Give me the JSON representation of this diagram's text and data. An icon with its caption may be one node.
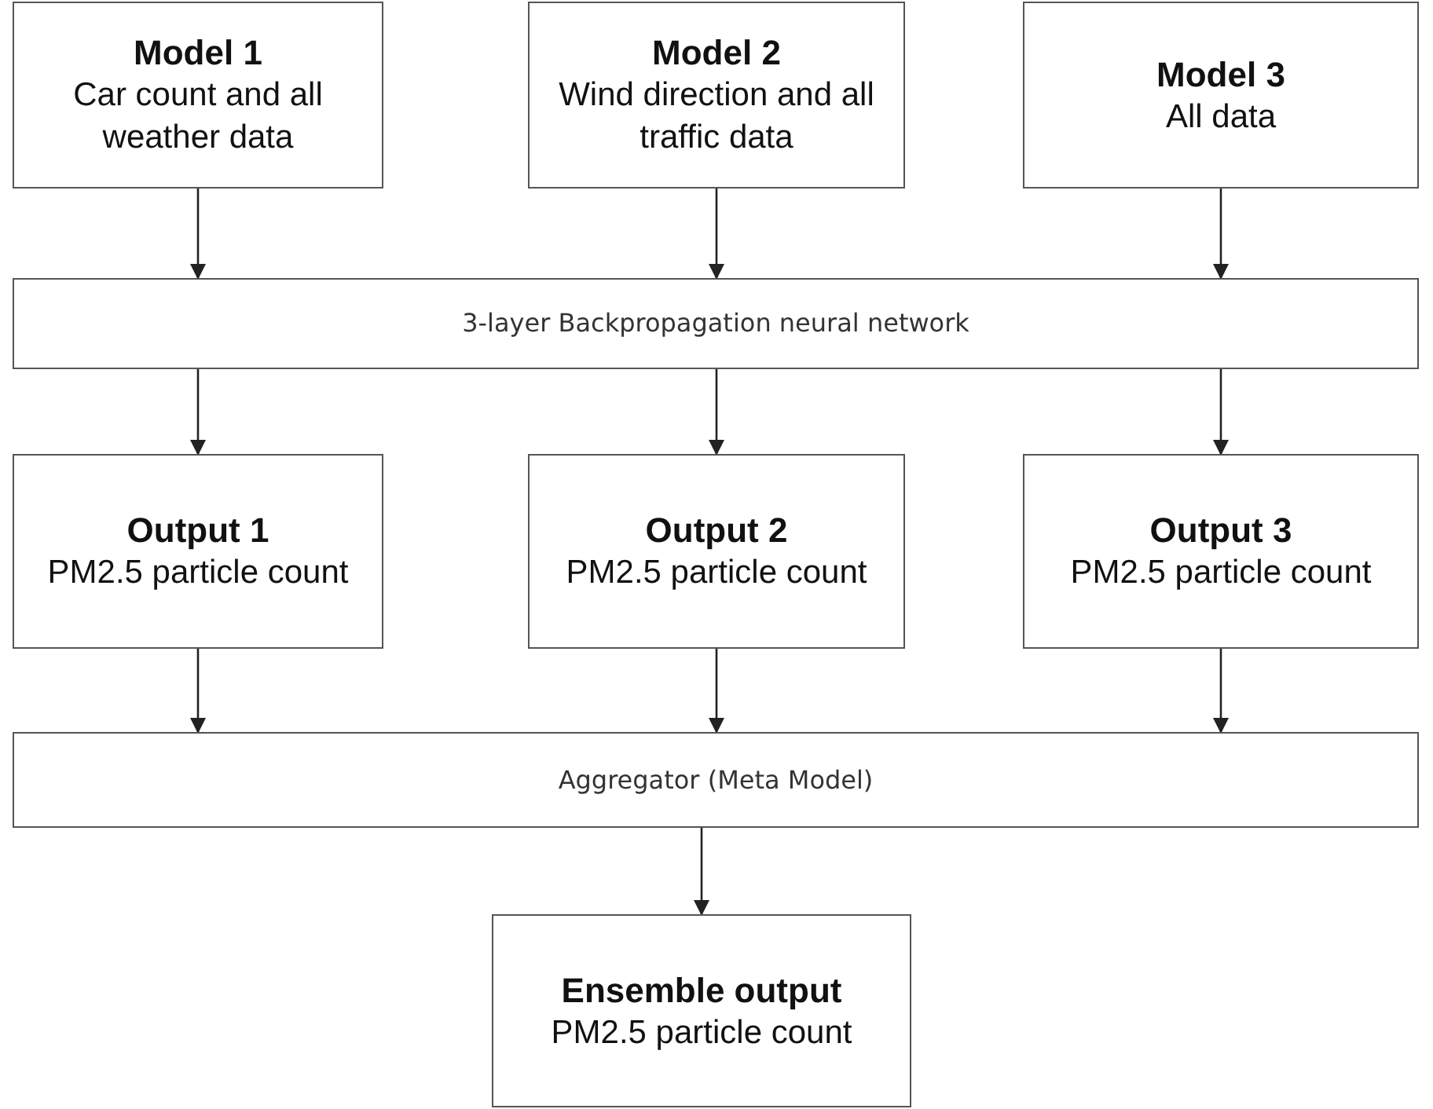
{
  "diagram": {
    "nodes": [
      {
        "text": [
          "Model 1",
          "Car count and all weather data"
        ]
      },
      {
        "text": [
          "Model 2",
          "Wind direction and all traffic data"
        ]
      },
      {
        "text": [
          "Model 3",
          "All data"
        ]
      },
      {
        "text": [
          "3-layer Backpropagation neural network"
        ]
      },
      {
        "text": [
          "Output 1",
          "PM2.5 particle count"
        ]
      },
      {
        "text": [
          "Output 2",
          "PM2.5 particle count"
        ]
      },
      {
        "text": [
          "Output 3",
          "PM2.5 particle count"
        ]
      },
      {
        "text": [
          "Aggregator (Meta Model)"
        ]
      },
      {
        "text": [
          "Ensemble output",
          "PM2.5 particle count"
        ]
      }
    ],
    "edges": [
      {
        "from": 0,
        "to": 3,
        "arrow": "to"
      },
      {
        "from": 1,
        "to": 3,
        "arrow": "to"
      },
      {
        "from": 2,
        "to": 3,
        "arrow": "to"
      },
      {
        "from": 3,
        "to": 4,
        "arrow": "to"
      },
      {
        "from": 3,
        "to": 5,
        "arrow": "to"
      },
      {
        "from": 3,
        "to": 6,
        "arrow": "to"
      },
      {
        "from": 4,
        "to": 7,
        "arrow": "to"
      },
      {
        "from": 5,
        "to": 7,
        "arrow": "to"
      },
      {
        "from": 6,
        "to": 7,
        "arrow": "to"
      },
      {
        "from": 7,
        "to": 8,
        "arrow": "to"
      }
    ]
  }
}
